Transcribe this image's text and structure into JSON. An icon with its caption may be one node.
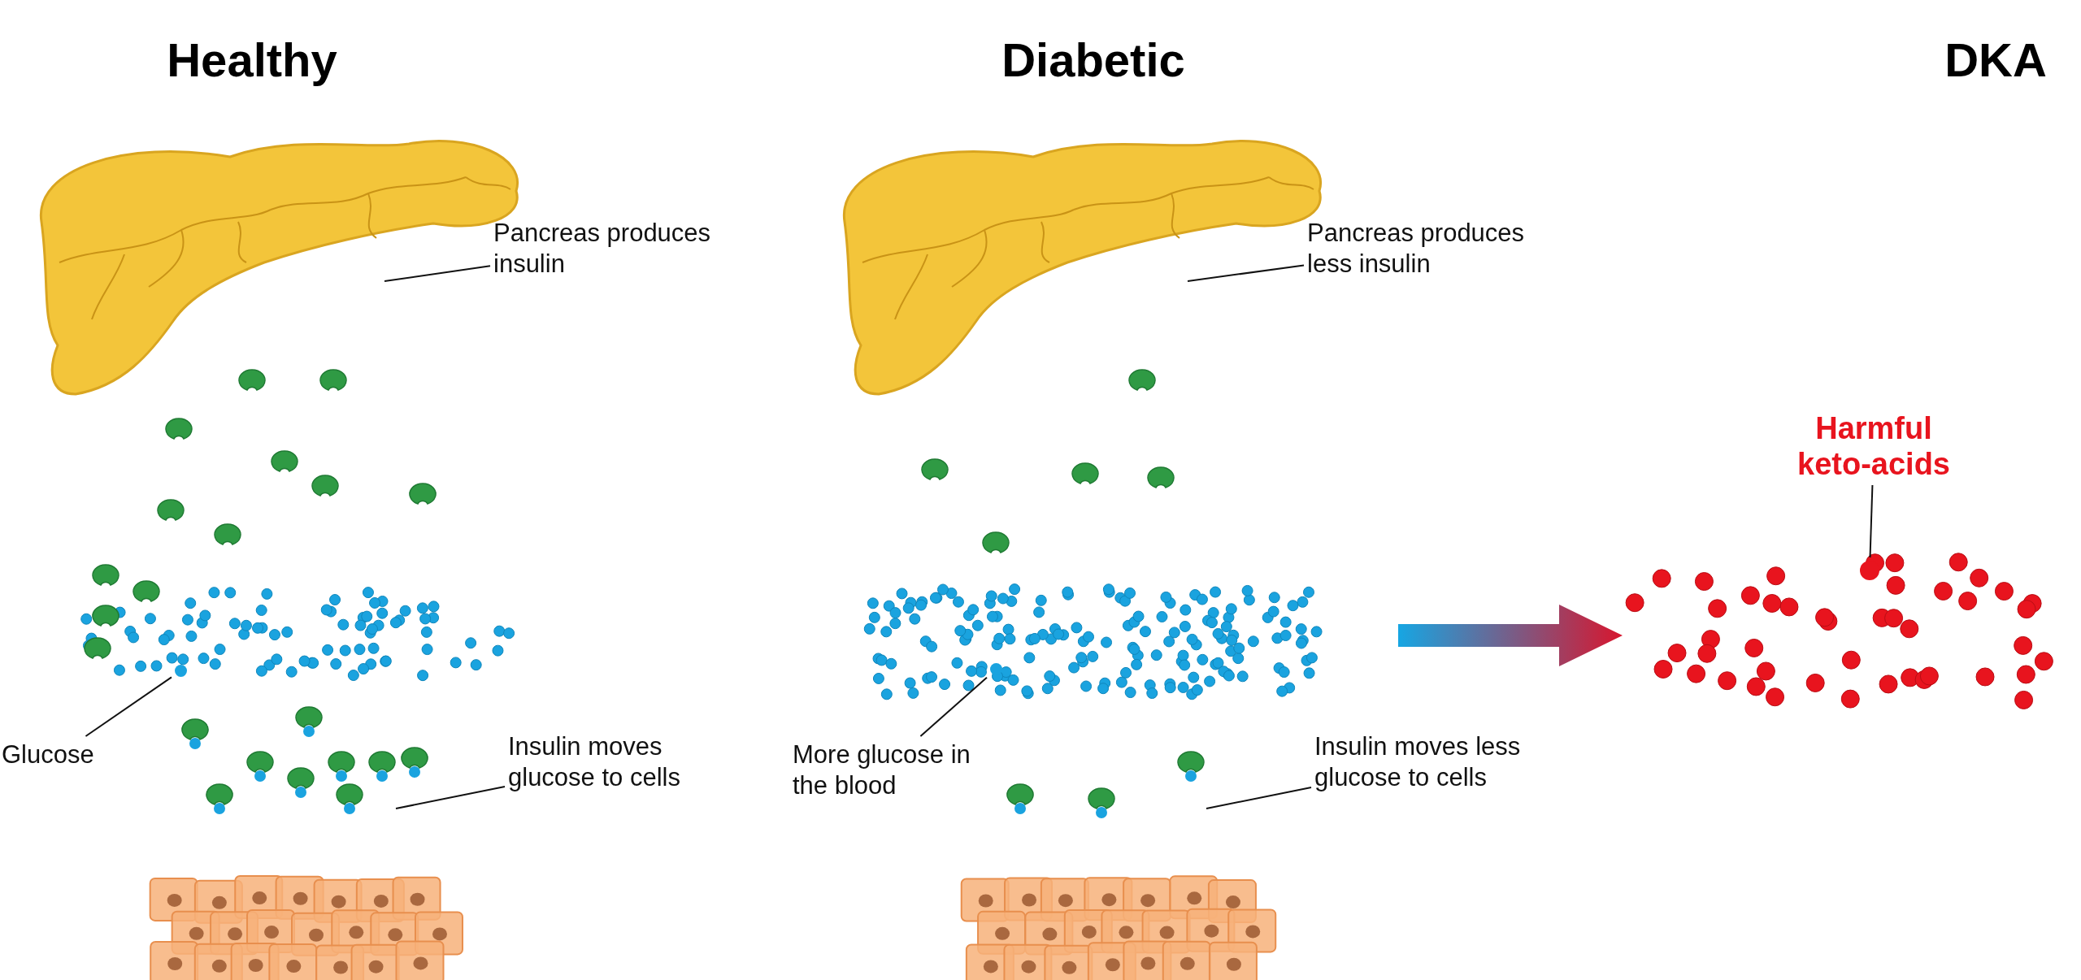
{
  "diagram": {
    "nodes": [
      {
        "text": [
          "Pancreas produces insulin"
        ]
      },
      {
        "text": [],
        "shape": "picture"
      },
      {
        "text": [
          "Glucose"
        ]
      },
      {
        "text": [],
        "shape": "circle"
      },
      {
        "text": [
          "Insulin moves glucose to cells"
        ]
      },
      {
        "text": [
          "Pancreas produces less insulin"
        ]
      },
      {
        "text": [],
        "shape": "picture"
      },
      {
        "text": [
          "More glucose in the blood"
        ]
      },
      {
        "text": [],
        "shape": "circle"
      },
      {
        "text": [
          "Insulin moves less glucose to cells"
        ]
      },
      {
        "text": [
          "Harmful keto-acids"
        ]
      },
      {
        "text": [],
        "shape": "circle"
      }
    ],
    "edges": [
      {
        "from": 0,
        "to": 1,
        "arrow": "none"
      },
      {
        "from": 2,
        "to": 3,
        "arrow": "none"
      },
      {
        "from": 4,
        "to": null,
        "arrow": "none"
      },
      {
        "from": 5,
        "to": 6,
        "arrow": "none"
      },
      {
        "from": 7,
        "to": 8,
        "arrow": "none"
      },
      {
        "from": 9,
        "to": null,
        "arrow": "none"
      },
      {
        "from": 10,
        "to": 11,
        "arrow": "none"
      }
    ],
    "labels": [
      "Healthy",
      "Diabetic",
      "DKA"
    ]
  }
}
